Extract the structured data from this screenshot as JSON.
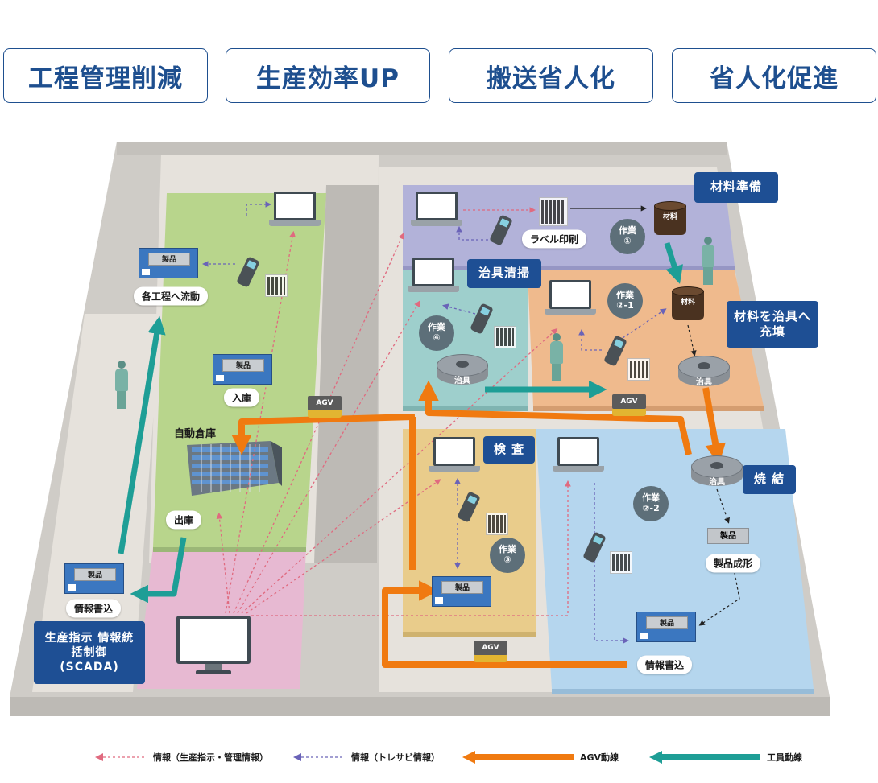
{
  "badges": [
    "工程管理削減",
    "生産効率UP",
    "搬送省人化",
    "省人化促進"
  ],
  "labels": {
    "kakukoutei": "各工程へ流動",
    "nyuuko": "入庫",
    "shukko": "出庫",
    "jidou_souko": "自動倉庫",
    "jouhou_kakikomi_left": "情報書込",
    "jouhou_kakikomi_right": "情報書込",
    "label_print": "ラベル印刷",
    "seihin_seikei": "製品成形",
    "seihin": "製品",
    "jigu": "治具",
    "zairyou": "材料",
    "agv": "AGV"
  },
  "callouts": {
    "zairyou_junbi": "材料準備",
    "jigu_seisou": "治具清掃",
    "zairyou_juuten": "材料を治具へ充填",
    "kensa": "検 査",
    "shouketsu": "焼 結",
    "scada": "生産指示 情報統括制御 (SCADA)"
  },
  "works": [
    {
      "line1": "作業",
      "line2": "①"
    },
    {
      "line1": "作業",
      "line2": "②-1"
    },
    {
      "line1": "作業",
      "line2": "④"
    },
    {
      "line1": "作業",
      "line2": "③"
    },
    {
      "line1": "作業",
      "line2": "②-2"
    }
  ],
  "legend": {
    "info_mgmt": "情報（生産指示・管理情報）",
    "info_trace": "情報（トレサビ情報）",
    "agv_route": "AGV動線",
    "worker_route": "工員動線"
  },
  "colors": {
    "brand_blue": "#1e4f94",
    "agv_orange": "#f07a10",
    "worker_teal": "#1e9e96",
    "info_pink": "#e06a7f",
    "info_violet": "#6a63b8"
  }
}
